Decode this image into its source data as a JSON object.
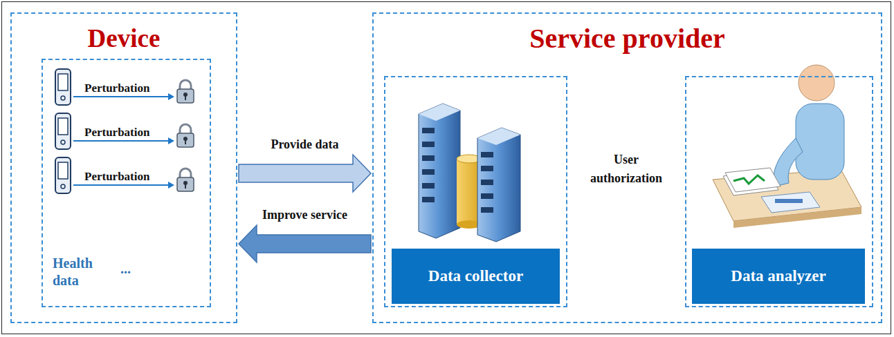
{
  "diagram": {
    "nodes": [
      {
        "text": [
          "Device"
        ]
      },
      {
        "text": [
          "Health data",
          "..."
        ],
        "in": 0
      },
      {
        "text": [
          "Service provider"
        ]
      },
      {
        "text": [
          "Data collector"
        ],
        "in": 2
      },
      {
        "text": [
          "Data analyzer"
        ],
        "in": 2
      }
    ],
    "edges": [
      {
        "from": 0,
        "to": 2,
        "arrow": "to",
        "label": "Provide data"
      },
      {
        "from": 2,
        "to": 0,
        "arrow": "to",
        "label": "Improve service"
      }
    ],
    "labels": [
      "Perturbation",
      "Perturbation",
      "Perturbation",
      "User authorization"
    ]
  }
}
